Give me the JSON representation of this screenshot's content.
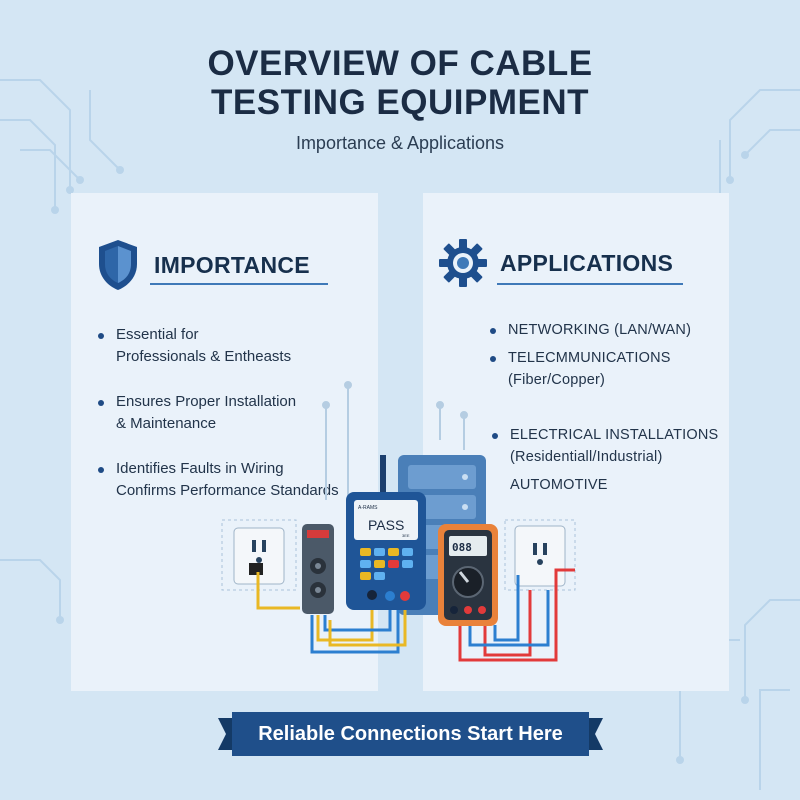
{
  "title_line1": "OVERVIEW OF CABLE",
  "title_line2": "TESTING EQUIPMENT",
  "subtitle": "Importance & Applications",
  "importance": {
    "heading": "IMPORTANCE",
    "icon": "shield-icon",
    "items": [
      "Essential for",
      "Professionals & Entheasts",
      "Ensures Proper Installation",
      "& Maintenance",
      "Identifies Faults in Wiring",
      "Confirms Performance Standards"
    ]
  },
  "applications": {
    "heading": "APPLICATIONS",
    "icon": "gear-icon",
    "items": [
      "NETWORKING (LAN/WAN)",
      "TELECMMUNICATIONS",
      "(Fiber/Copper)",
      "ELECTRICAL INSTALLATIONS",
      "(Residentiall/Industrial)",
      "AUTOMOTIVE"
    ]
  },
  "devices": {
    "tester_screen": "PASS",
    "tester_brand": "A-RAMS",
    "tester_small": "3EE",
    "meter_screen": "088"
  },
  "banner": "Reliable Connections Start Here",
  "colors": {
    "background": "#d4e6f4",
    "panel": "#eaf2fa",
    "navy": "#1b3f6e",
    "accent_blue": "#3f79b8",
    "meter_orange": "#e9823a"
  }
}
